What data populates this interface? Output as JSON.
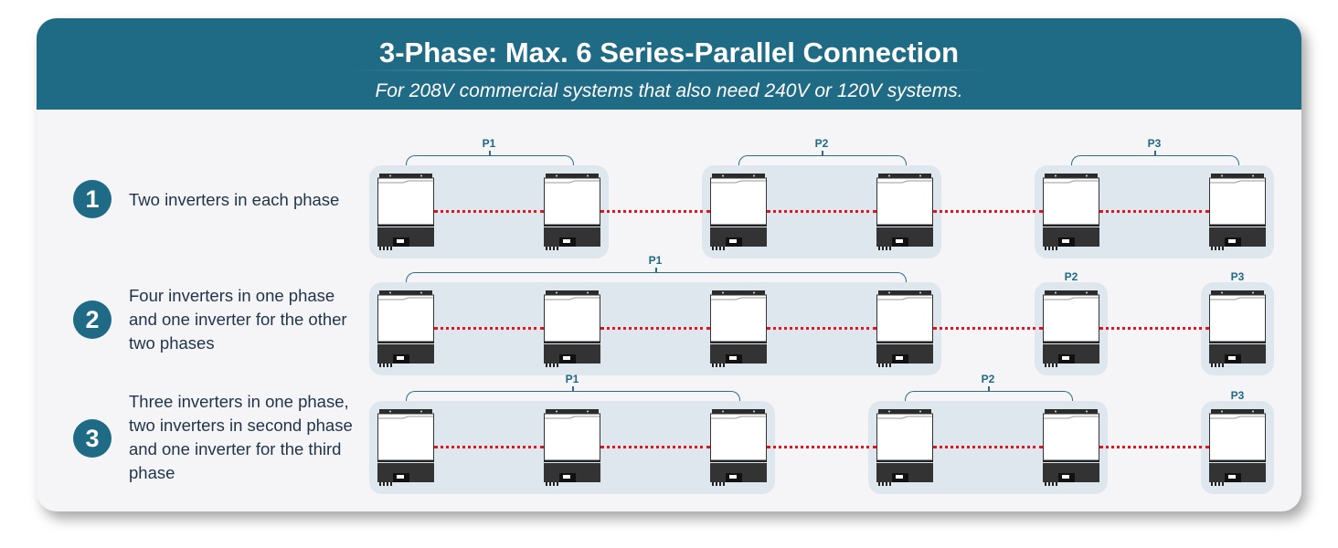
{
  "header": {
    "title": "3-Phase: Max. 6 Series-Parallel Connection",
    "subtitle": "For 208V commercial systems that also need 240V or 120V systems."
  },
  "rows": [
    {
      "number": "1",
      "description": [
        "Two inverters in each phase"
      ],
      "phases": [
        {
          "label": "P1",
          "inverters": 2
        },
        {
          "label": "P2",
          "inverters": 2
        },
        {
          "label": "P3",
          "inverters": 2
        }
      ]
    },
    {
      "number": "2",
      "description": [
        "Four inverters in one phase",
        "and one inverter for the other",
        "two phases"
      ],
      "phases": [
        {
          "label": "P1",
          "inverters": 4
        },
        {
          "label": "P2",
          "inverters": 1
        },
        {
          "label": "P3",
          "inverters": 1
        }
      ]
    },
    {
      "number": "3",
      "description": [
        "Three inverters in one phase,",
        "two inverters in second phase",
        "and one inverter for the third",
        "phase"
      ],
      "phases": [
        {
          "label": "P1",
          "inverters": 3
        },
        {
          "label": "P2",
          "inverters": 2
        },
        {
          "label": "P3",
          "inverters": 1
        }
      ]
    }
  ],
  "colors": {
    "brand": "#1f6a85",
    "connection": "#e8141b",
    "group_bg": "#dfe7ee"
  }
}
